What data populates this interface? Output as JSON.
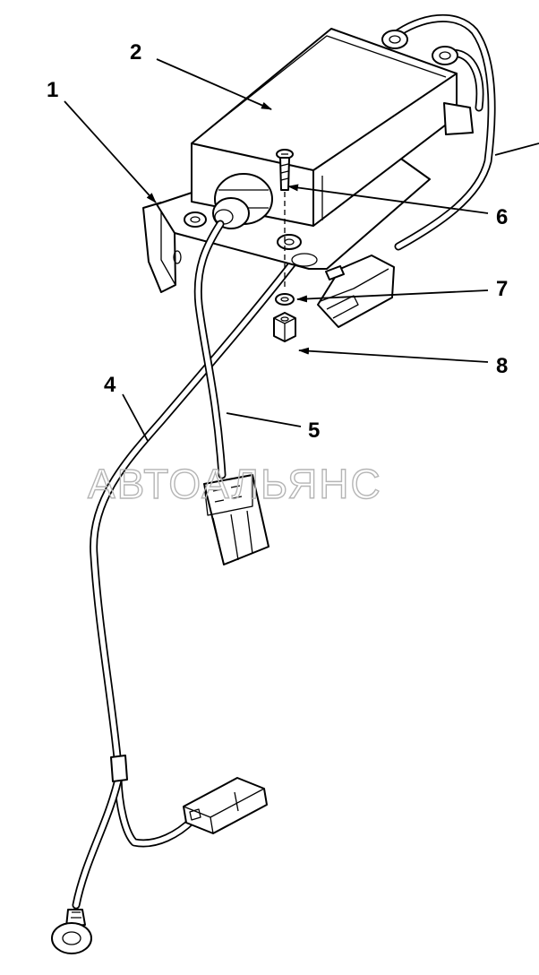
{
  "callouts": [
    {
      "id": "1",
      "label": "1"
    },
    {
      "id": "2",
      "label": "2"
    },
    {
      "id": "4",
      "label": "4"
    },
    {
      "id": "5",
      "label": "5"
    },
    {
      "id": "6",
      "label": "6"
    },
    {
      "id": "7",
      "label": "7"
    },
    {
      "id": "8",
      "label": "8"
    }
  ],
  "watermark": "АВТОАЛЬЯНС"
}
